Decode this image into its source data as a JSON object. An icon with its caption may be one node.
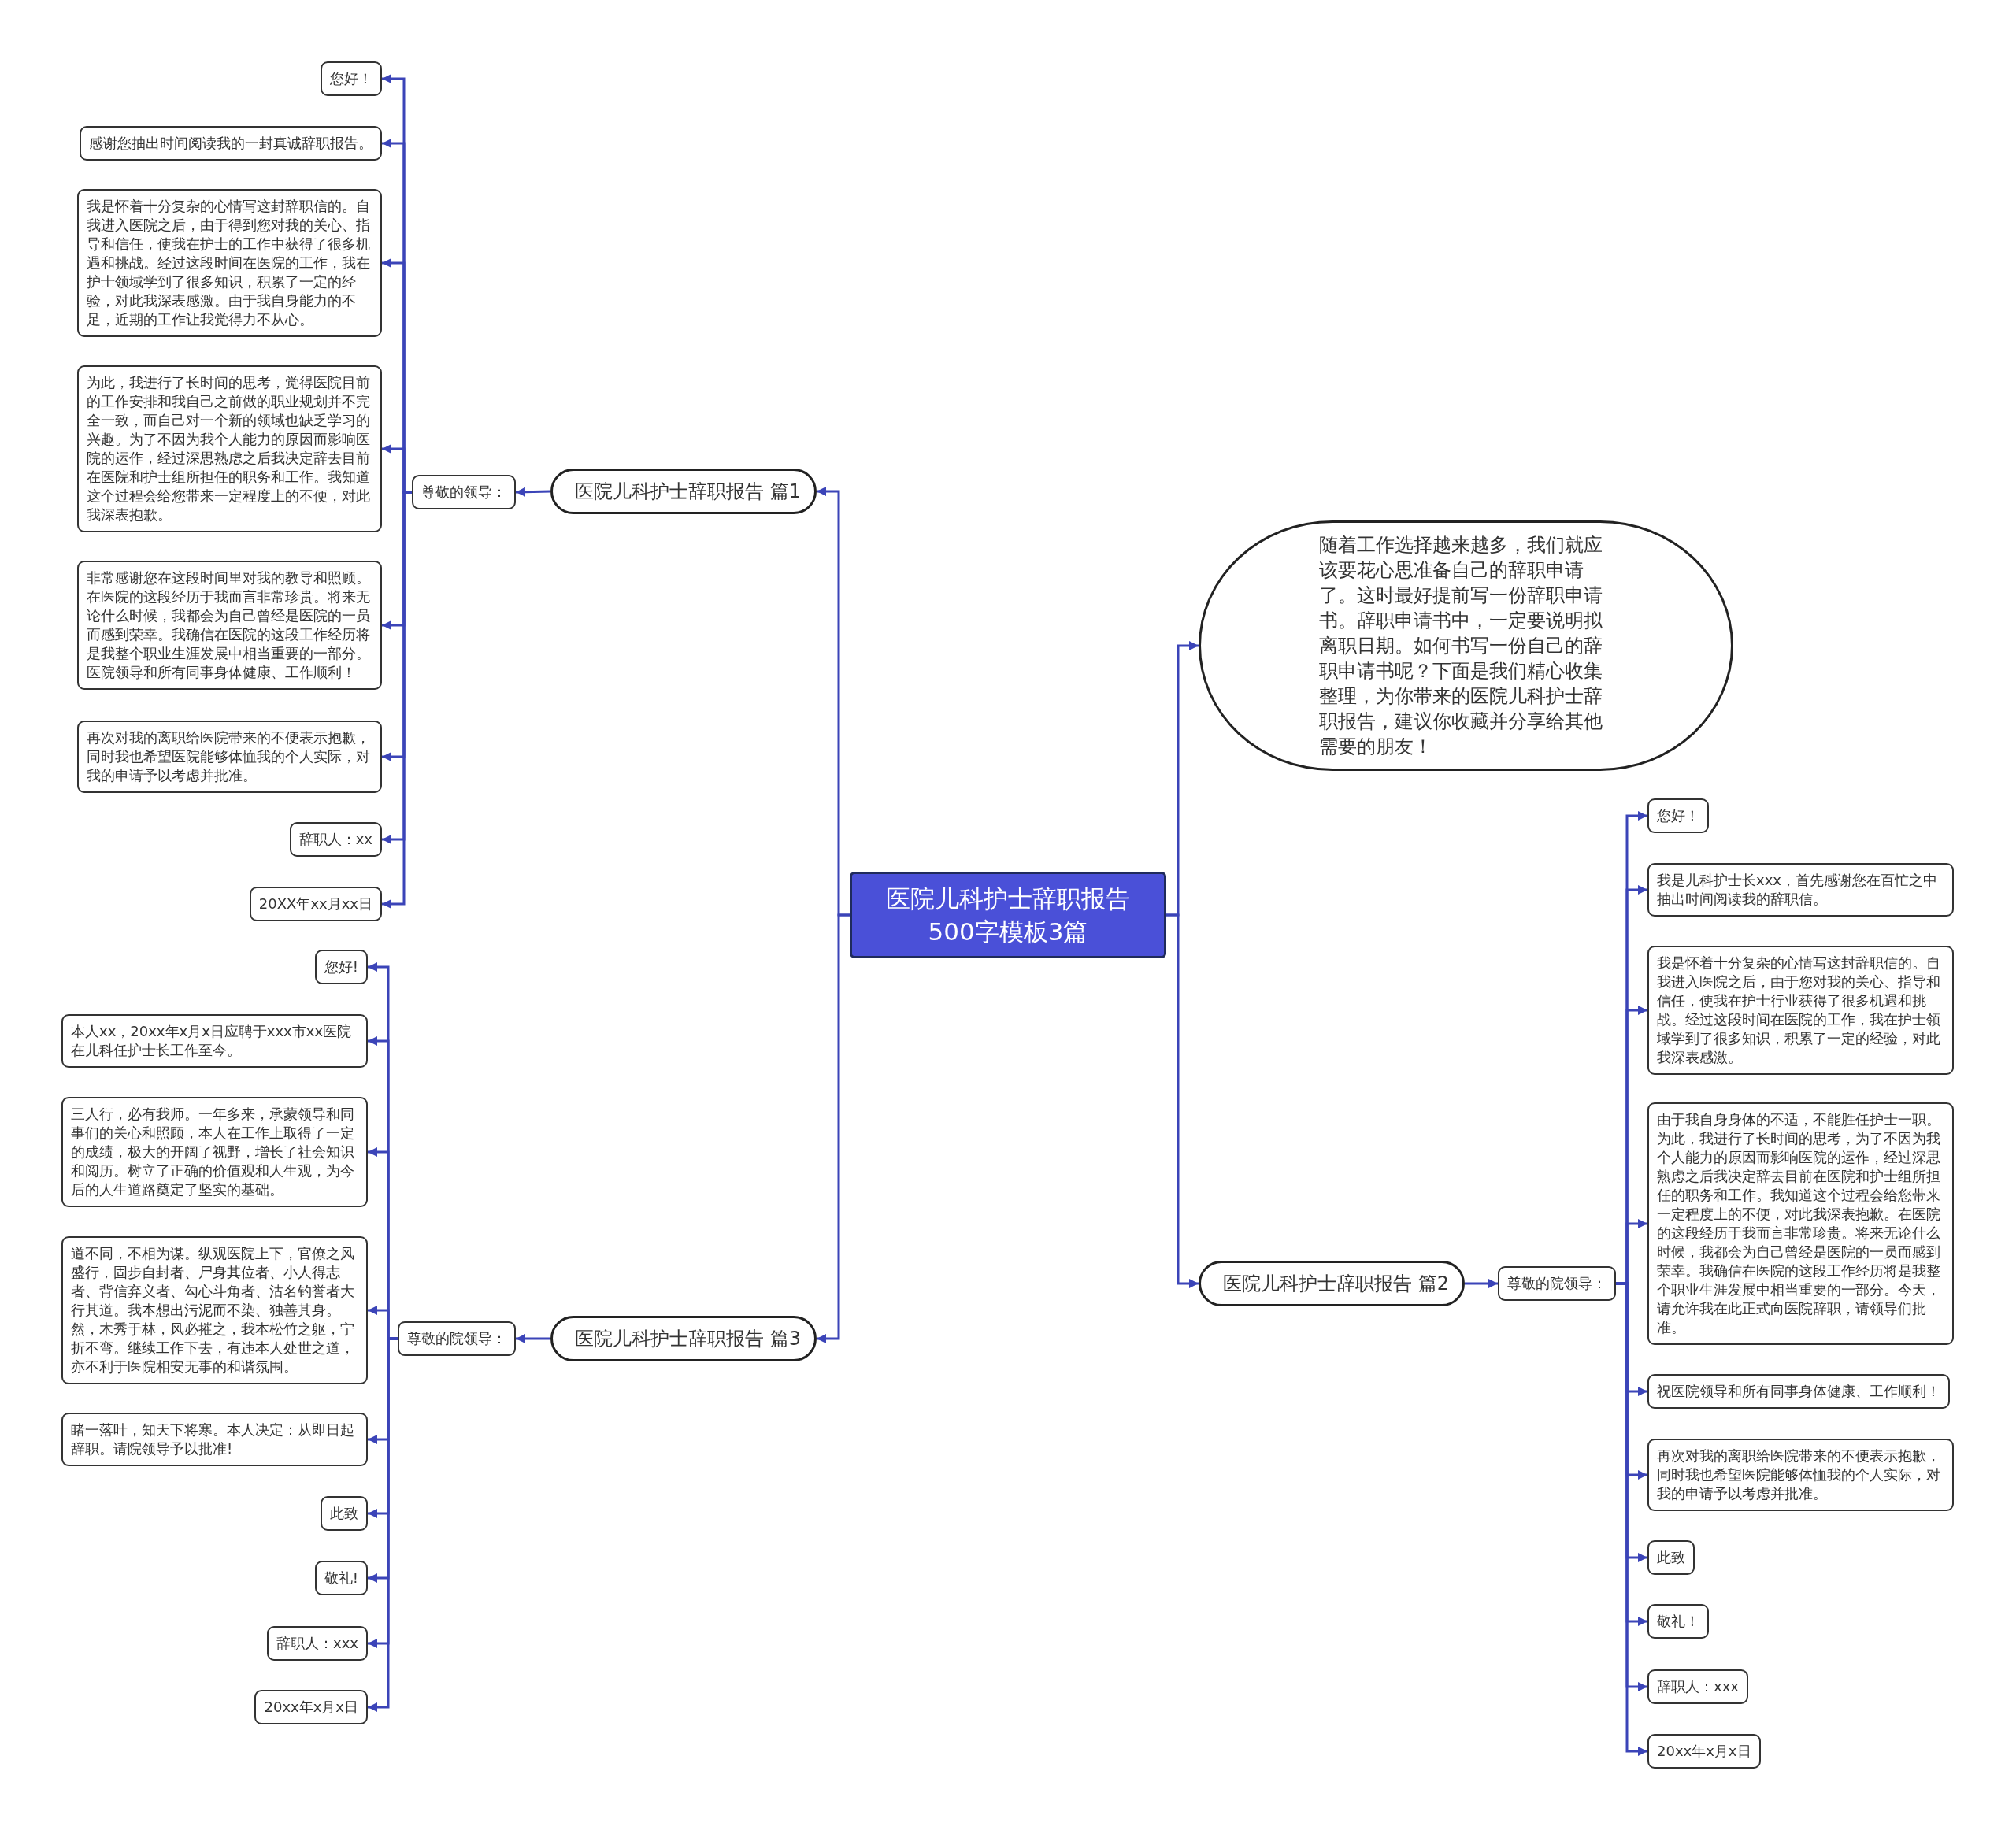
{
  "diagram": {
    "nodes": [
      {
        "text": [
          "医院儿科护士辞职报告500字模板3篇"
        ]
      },
      {
        "text": [
          "医院儿科护士辞职报告 篇1"
        ]
      },
      {
        "text": [
          "尊敬的领导："
        ]
      },
      {
        "text": [
          "您好！"
        ]
      },
      {
        "text": [
          "感谢您抽出时间阅读我的一封真诚辞职报告。"
        ]
      },
      {
        "text": [
          "我是怀着十分复杂的心情写这封辞职信的。自我进入医院之后，由于得到您对我的关心、指导和信任，使我在护士的工作中获得了很多机遇和挑战。经过这段时间在医院的工作，我在护士领域学到了很多知识，积累了一定的经验，对此我深表感激。由于我自身能力的不足，近期的工作让我觉得力不从心。"
        ]
      },
      {
        "text": [
          "为此，我进行了长时间的思考，觉得医院目前的工作安排和我自己之前做的职业规划并不完全一致，而自己对一个新的领域也缺乏学习的兴趣。为了不因为我个人能力的原因而影响医院的运作，经过深思熟虑之后我决定辞去目前在医院和护士组所担任的职务和工作。我知道这个过程会给您带来一定程度上的不便，对此我深表抱歉。"
        ]
      },
      {
        "text": [
          "非常感谢您在这段时间里对我的教导和照顾。在医院的这段经历于我而言非常珍贵。将来无论什么时候，我都会为自己曾经是医院的一员而感到荣幸。我确信在医院的这段工作经历将是我整个职业生涯发展中相当重要的一部分。医院领导和所有同事身体健康、工作顺利！"
        ]
      },
      {
        "text": [
          "再次对我的离职给医院带来的不便表示抱歉，同时我也希望医院能够体恤我的个人实际，对我的申请予以考虑并批准。"
        ]
      },
      {
        "text": [
          "辞职人：xx"
        ]
      },
      {
        "text": [
          "20XX年xx月xx日"
        ]
      },
      {
        "text": [
          "随着工作选择越来越多，我们就应该要花心思准备自己的辞职申请了。这时最好提前写一份辞职申请书。辞职申请书中，一定要说明拟离职日期。如何书写一份自己的辞职申请书呢？下面是我们精心收集整理，为你带来的医院儿科护士辞职报告，建议你收藏并分享给其他需要的朋友！"
        ]
      },
      {
        "text": [
          "医院儿科护士辞职报告 篇2"
        ]
      },
      {
        "text": [
          "尊敬的院领导："
        ]
      },
      {
        "text": [
          "您好！"
        ]
      },
      {
        "text": [
          "我是儿科护士长xxx，首先感谢您在百忙之中抽出时间阅读我的辞职信。"
        ]
      },
      {
        "text": [
          "我是怀着十分复杂的心情写这封辞职信的。自我进入医院之后，由于您对我的关心、指导和信任，使我在护士行业获得了很多机遇和挑战。经过这段时间在医院的工作，我在护士领域学到了很多知识，积累了一定的经验，对此我深表感激。"
        ]
      },
      {
        "text": [
          "由于我自身身体的不适，不能胜任护士一职。为此，我进行了长时间的思考，为了不因为我个人能力的原因而影响医院的运作，经过深思熟虑之后我决定辞去目前在医院和护士组所担任的职务和工作。我知道这个过程会给您带来一定程度上的不便，对此我深表抱歉。在医院的这段经历于我而言非常珍贵。将来无论什么时候，我都会为自己曾经是医院的一员而感到荣幸。我确信在医院的这段工作经历将是我整个职业生涯发展中相当重要的一部分。今天，请允许我在此正式向医院辞职，请领导们批准。"
        ]
      },
      {
        "text": [
          "祝医院领导和所有同事身体健康、工作顺利！"
        ]
      },
      {
        "text": [
          "再次对我的离职给医院带来的不便表示抱歉，同时我也希望医院能够体恤我的个人实际，对我的申请予以考虑并批准。"
        ]
      },
      {
        "text": [
          "此致"
        ]
      },
      {
        "text": [
          "敬礼！"
        ]
      },
      {
        "text": [
          "辞职人：xxx"
        ]
      },
      {
        "text": [
          "20xx年x月x日"
        ]
      },
      {
        "text": [
          "医院儿科护士辞职报告 篇3"
        ]
      },
      {
        "text": [
          "尊敬的院领导："
        ]
      },
      {
        "text": [
          "您好!"
        ]
      },
      {
        "text": [
          "本人xx，20xx年x月x日应聘于xxx市xx医院在儿科任护士长工作至今。"
        ]
      },
      {
        "text": [
          "三人行，必有我师。一年多来，承蒙领导和同事们的关心和照顾，本人在工作上取得了一定的成绩，极大的开阔了视野，增长了社会知识和阅历。树立了正确的价值观和人生观，为今后的人生道路奠定了坚实的基础。"
        ]
      },
      {
        "text": [
          "道不同，不相为谋。纵观医院上下，官僚之风盛行，固步自封者、尸身其位者、小人得志者、背信弃义者、勾心斗角者、沽名钓誉者大行其道。我本想出污泥而不染、独善其身。然，木秀于林，风必摧之，我本松竹之躯，宁折不弯。继续工作下去，有违本人处世之道，亦不利于医院相安无事的和谐氛围。"
        ]
      },
      {
        "text": [
          "睹一落叶，知天下将寒。本人决定：从即日起辞职。请院领导予以批准!"
        ]
      },
      {
        "text": [
          "此致"
        ]
      },
      {
        "text": [
          "敬礼!"
        ]
      },
      {
        "text": [
          "辞职人：xxx"
        ]
      },
      {
        "text": [
          "20xx年x月x日"
        ]
      }
    ],
    "edges": [
      {
        "from": 0,
        "to": 1,
        "arrow": "to"
      },
      {
        "from": 1,
        "to": 2,
        "arrow": "to"
      },
      {
        "from": 2,
        "to": 3,
        "arrow": "to"
      },
      {
        "from": 2,
        "to": 4,
        "arrow": "to"
      },
      {
        "from": 2,
        "to": 5,
        "arrow": "to"
      },
      {
        "from": 2,
        "to": 6,
        "arrow": "to"
      },
      {
        "from": 2,
        "to": 7,
        "arrow": "to"
      },
      {
        "from": 2,
        "to": 8,
        "arrow": "to"
      },
      {
        "from": 2,
        "to": 9,
        "arrow": "to"
      },
      {
        "from": 2,
        "to": 10,
        "arrow": "to"
      },
      {
        "from": 0,
        "to": 11,
        "arrow": "to"
      },
      {
        "from": 0,
        "to": 12,
        "arrow": "to"
      },
      {
        "from": 12,
        "to": 13,
        "arrow": "to"
      },
      {
        "from": 13,
        "to": 14,
        "arrow": "to"
      },
      {
        "from": 13,
        "to": 15,
        "arrow": "to"
      },
      {
        "from": 13,
        "to": 16,
        "arrow": "to"
      },
      {
        "from": 13,
        "to": 17,
        "arrow": "to"
      },
      {
        "from": 13,
        "to": 18,
        "arrow": "to"
      },
      {
        "from": 13,
        "to": 19,
        "arrow": "to"
      },
      {
        "from": 13,
        "to": 20,
        "arrow": "to"
      },
      {
        "from": 13,
        "to": 21,
        "arrow": "to"
      },
      {
        "from": 13,
        "to": 22,
        "arrow": "to"
      },
      {
        "from": 13,
        "to": 23,
        "arrow": "to"
      },
      {
        "from": 0,
        "to": 24,
        "arrow": "to"
      },
      {
        "from": 24,
        "to": 25,
        "arrow": "to"
      },
      {
        "from": 25,
        "to": 26,
        "arrow": "to"
      },
      {
        "from": 25,
        "to": 27,
        "arrow": "to"
      },
      {
        "from": 25,
        "to": 28,
        "arrow": "to"
      },
      {
        "from": 25,
        "to": 29,
        "arrow": "to"
      },
      {
        "from": 25,
        "to": 30,
        "arrow": "to"
      },
      {
        "from": 25,
        "to": 31,
        "arrow": "to"
      },
      {
        "from": 25,
        "to": 32,
        "arrow": "to"
      },
      {
        "from": 25,
        "to": 33,
        "arrow": "to"
      },
      {
        "from": 25,
        "to": 34,
        "arrow": "to"
      }
    ]
  }
}
